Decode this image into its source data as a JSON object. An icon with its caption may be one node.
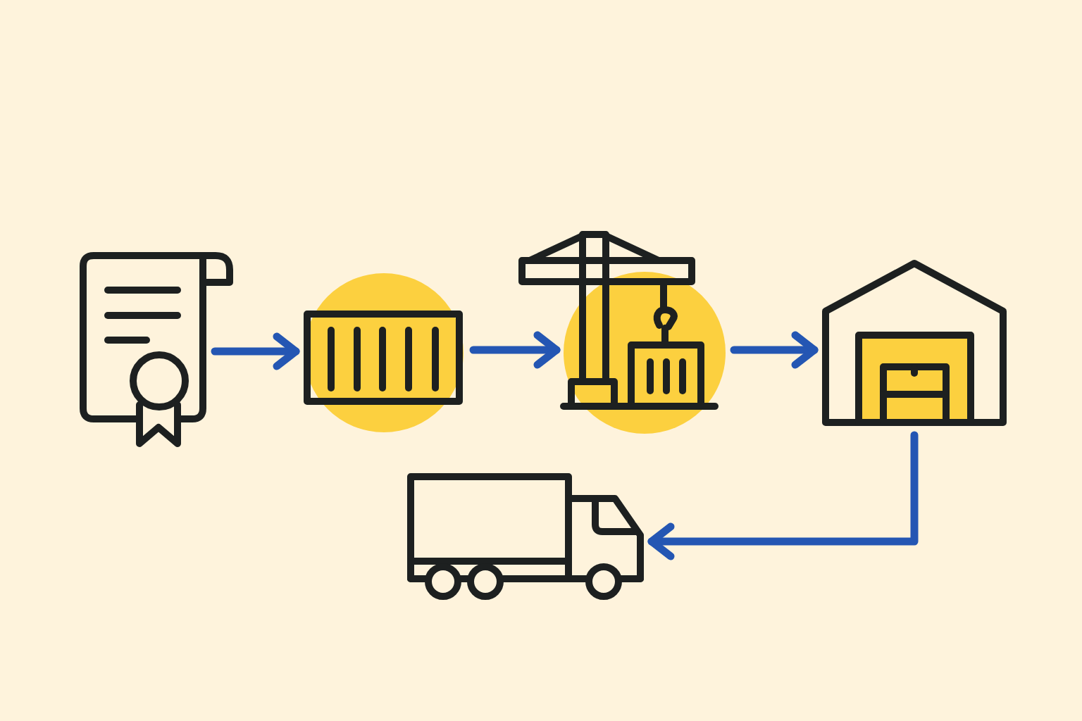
{
  "diagram": {
    "nodes": [
      {
        "text": [],
        "shape": "picture"
      },
      {
        "text": [],
        "shape": "picture"
      },
      {
        "text": [],
        "shape": "picture"
      },
      {
        "text": [],
        "shape": "picture"
      },
      {
        "text": [],
        "shape": "picture"
      }
    ],
    "edges": [
      {
        "from": 0,
        "to": 1,
        "arrow": "to"
      },
      {
        "from": 1,
        "to": 2,
        "arrow": "to"
      },
      {
        "from": 2,
        "to": 3,
        "arrow": "to"
      },
      {
        "from": 3,
        "to": 4,
        "arrow": "to"
      }
    ]
  }
}
